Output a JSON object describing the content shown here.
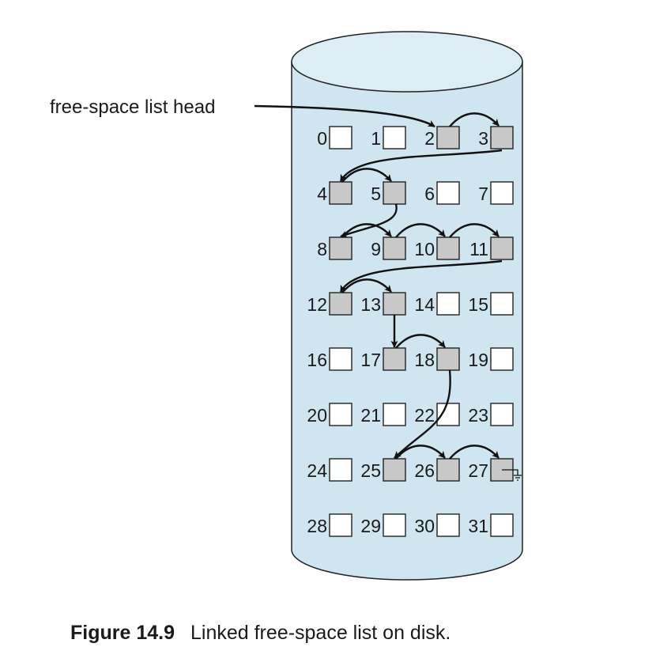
{
  "head_label": "free-space list head",
  "colors": {
    "cylinder_fill": "#cfe5ef",
    "cylinder_top": "#dcedf5",
    "outline": "#222222",
    "free_block": "#c8c8c8",
    "used_block": "#ffffff",
    "arrow": "#111111"
  },
  "blocks": [
    {
      "n": 0,
      "label": "0",
      "free": false
    },
    {
      "n": 1,
      "label": "1",
      "free": false
    },
    {
      "n": 2,
      "label": "2",
      "free": true
    },
    {
      "n": 3,
      "label": "3",
      "free": true
    },
    {
      "n": 4,
      "label": "4",
      "free": true
    },
    {
      "n": 5,
      "label": "5",
      "free": true
    },
    {
      "n": 6,
      "label": "6",
      "free": false
    },
    {
      "n": 7,
      "label": "7",
      "free": false
    },
    {
      "n": 8,
      "label": "8",
      "free": true
    },
    {
      "n": 9,
      "label": "9",
      "free": true
    },
    {
      "n": 10,
      "label": "10",
      "free": true
    },
    {
      "n": 11,
      "label": "11",
      "free": true
    },
    {
      "n": 12,
      "label": "12",
      "free": true
    },
    {
      "n": 13,
      "label": "13",
      "free": true
    },
    {
      "n": 14,
      "label": "14",
      "free": false
    },
    {
      "n": 15,
      "label": "15",
      "free": false
    },
    {
      "n": 16,
      "label": "16",
      "free": false
    },
    {
      "n": 17,
      "label": "17",
      "free": true
    },
    {
      "n": 18,
      "label": "18",
      "free": true
    },
    {
      "n": 19,
      "label": "19",
      "free": false
    },
    {
      "n": 20,
      "label": "20",
      "free": false
    },
    {
      "n": 21,
      "label": "21",
      "free": false
    },
    {
      "n": 22,
      "label": "22",
      "free": false
    },
    {
      "n": 23,
      "label": "23",
      "free": false
    },
    {
      "n": 24,
      "label": "24",
      "free": false
    },
    {
      "n": 25,
      "label": "25",
      "free": true
    },
    {
      "n": 26,
      "label": "26",
      "free": true
    },
    {
      "n": 27,
      "label": "27",
      "free": true
    },
    {
      "n": 28,
      "label": "28",
      "free": false
    },
    {
      "n": 29,
      "label": "29",
      "free": false
    },
    {
      "n": 30,
      "label": "30",
      "free": false
    },
    {
      "n": 31,
      "label": "31",
      "free": false
    }
  ],
  "links": [
    [
      2,
      3
    ],
    [
      3,
      4
    ],
    [
      4,
      5
    ],
    [
      5,
      8
    ],
    [
      8,
      9
    ],
    [
      9,
      10
    ],
    [
      10,
      11
    ],
    [
      11,
      12
    ],
    [
      12,
      13
    ],
    [
      13,
      17
    ],
    [
      17,
      18
    ],
    [
      18,
      25
    ],
    [
      25,
      26
    ],
    [
      26,
      27
    ]
  ],
  "list_end": 27,
  "caption": {
    "label": "Figure 14.9",
    "text": "Linked free-space list on disk."
  }
}
